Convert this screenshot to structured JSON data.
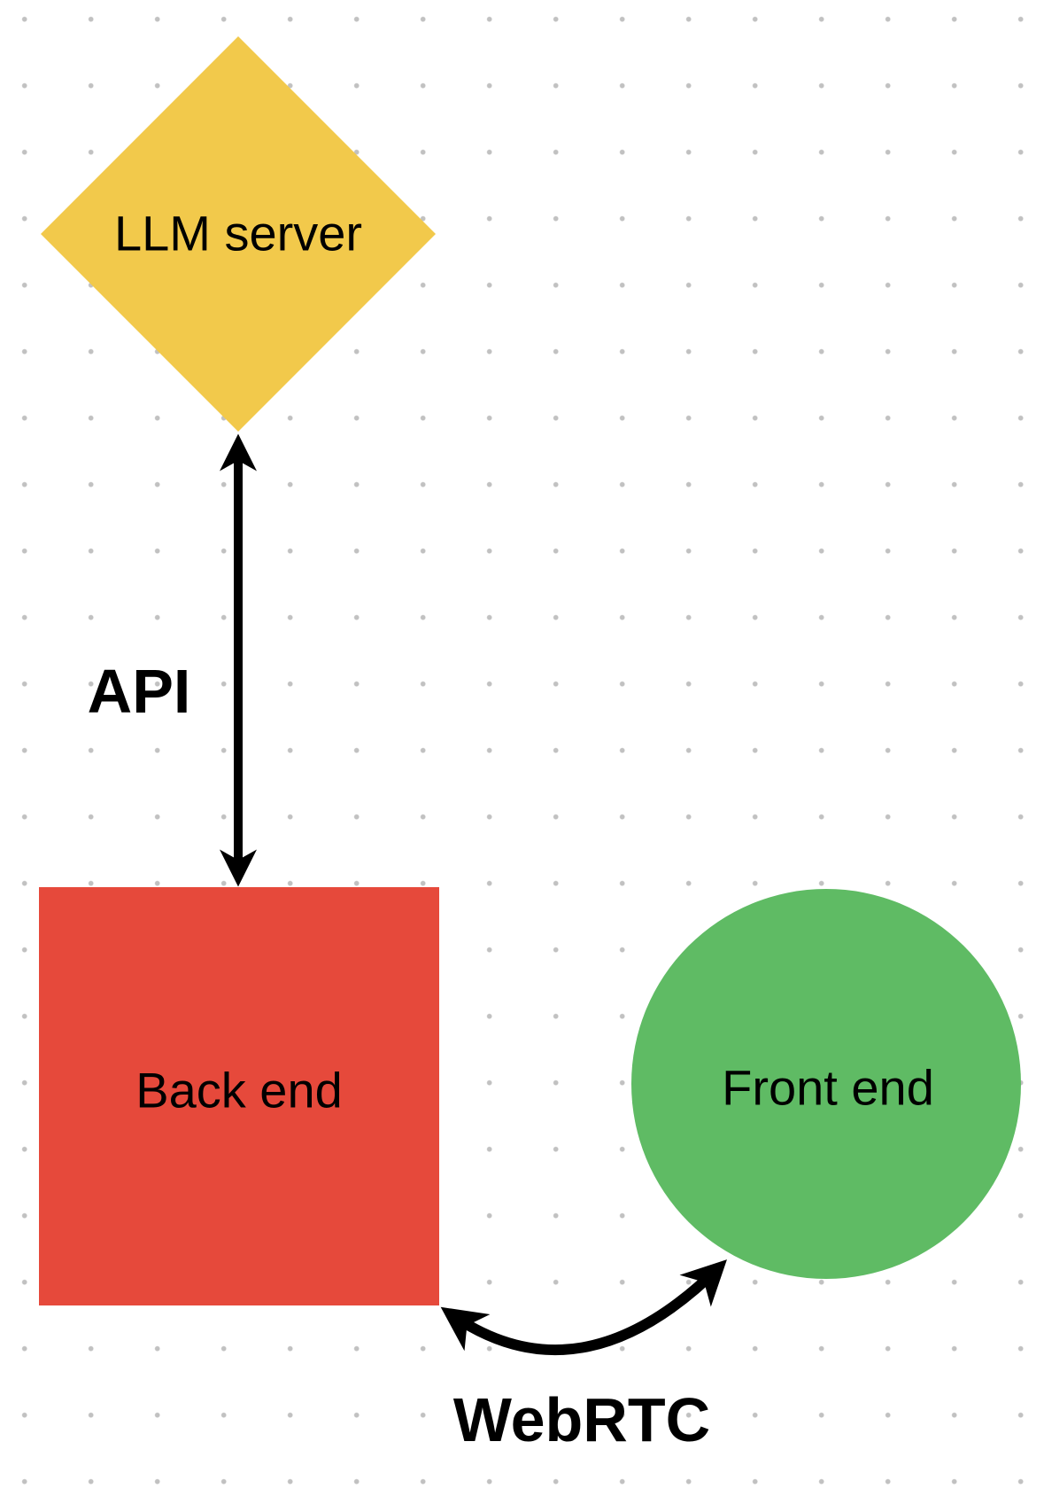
{
  "colors": {
    "canvas": "#FFFFFF",
    "grid": "#C1C1C1",
    "arrow": "#000000",
    "text": "#000000"
  },
  "diagram": {
    "nodes": [
      {
        "id": "llm-server",
        "label": "LLM server",
        "shape": "diamond",
        "color": "#F2C94B"
      },
      {
        "id": "back-end",
        "label": "Back end",
        "shape": "square",
        "color": "#E6493B"
      },
      {
        "id": "front-end",
        "label": "Front end",
        "shape": "circle",
        "color": "#5FBB64"
      }
    ],
    "edges": [
      {
        "id": "api",
        "label": "API",
        "from": "llm-server",
        "to": "back-end",
        "style": "straight-double-arrow"
      },
      {
        "id": "webrtc",
        "label": "WebRTC",
        "from": "back-end",
        "to": "front-end",
        "style": "curved-double-arrow"
      }
    ]
  }
}
